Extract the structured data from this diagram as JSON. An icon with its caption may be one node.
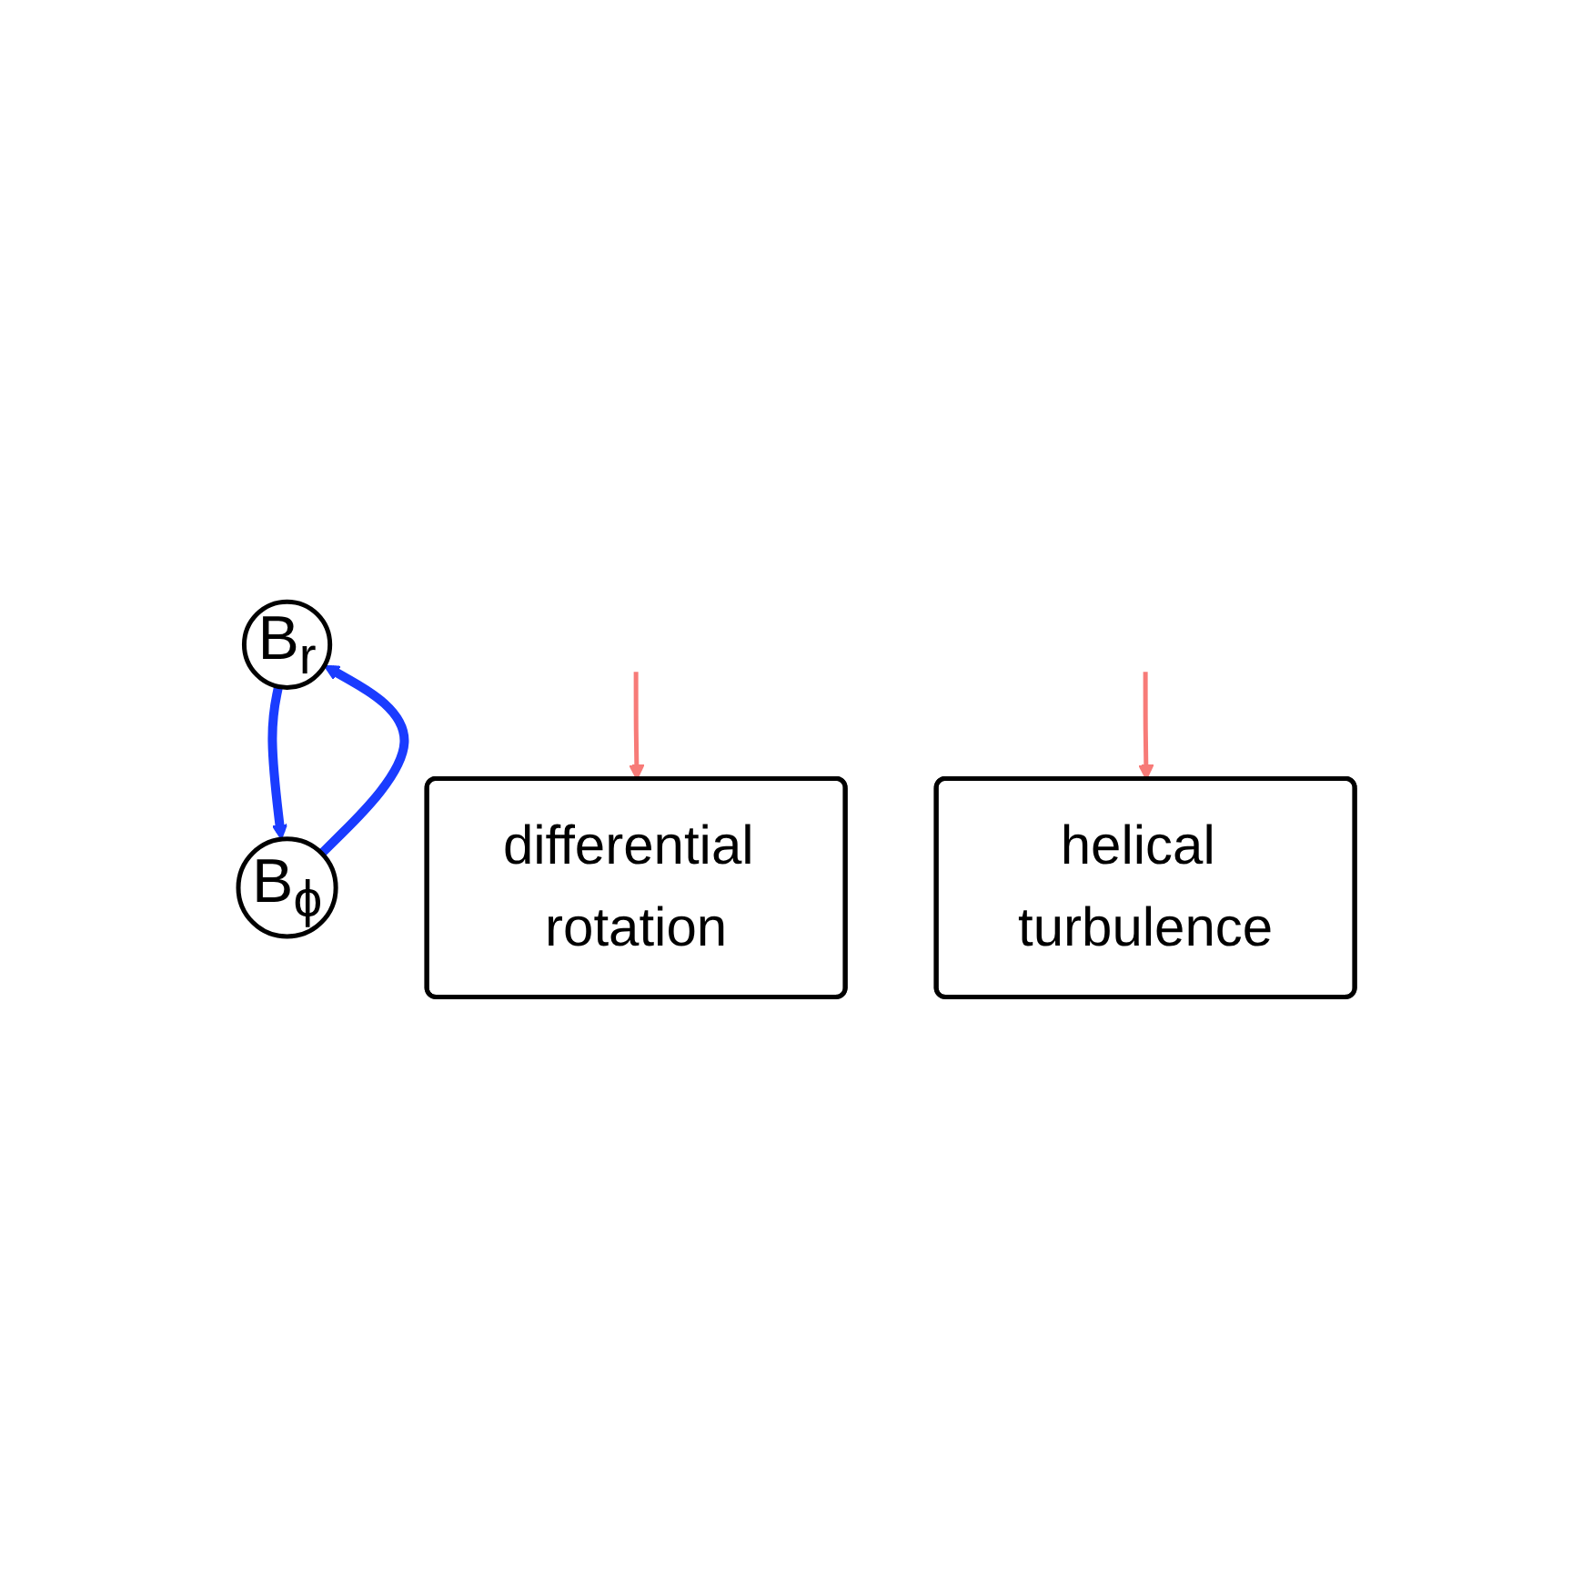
{
  "diagram": {
    "nodes": [
      {
        "text": [
          "differential rotation"
        ]
      },
      {
        "text": [
          "B$_{r}$"
        ]
      },
      {
        "text": [
          "B$_{ϕ}$"
        ]
      },
      {
        "text": [
          "helical turbulence"
        ]
      }
    ],
    "edges": [
      {
        "from": 1,
        "to": 2,
        "arrow": "to",
        "style": "thick",
        "color": "#1a3cff"
      },
      {
        "from": 2,
        "to": 1,
        "arrow": "to",
        "style": "thick",
        "color": "#1a3cff"
      },
      {
        "from": null,
        "to": 0,
        "arrow": "to",
        "color": "#f77b78"
      },
      {
        "from": null,
        "to": 3,
        "arrow": "to",
        "color": "#f77b78"
      }
    ]
  }
}
